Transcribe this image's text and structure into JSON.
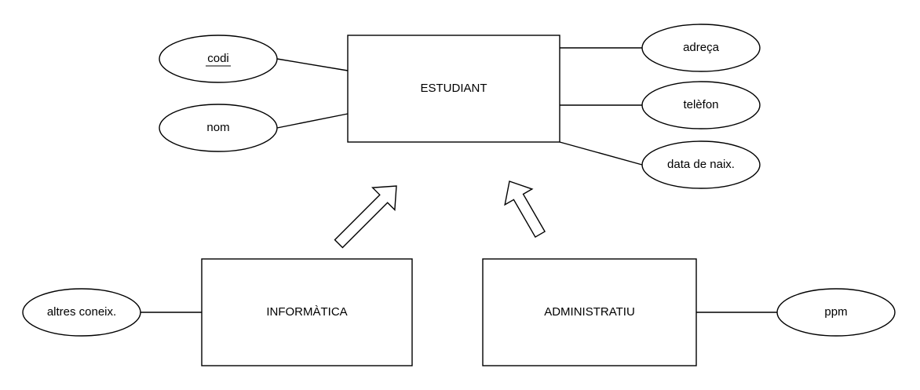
{
  "entities": {
    "estudiant": "ESTUDIANT",
    "informatica": "INFORMÀTICA",
    "administratiu": "ADMINISTRATIU"
  },
  "attributes": {
    "codi": "codi",
    "nom": "nom",
    "adreca": "adreça",
    "telefon": "telèfon",
    "data_naix": "data de naix.",
    "altres_coneix": "altres coneix.",
    "ppm": "ppm"
  },
  "key_attribute": "codi",
  "colors": {
    "stroke": "#000000",
    "fill": "#ffffff",
    "text": "#000000"
  }
}
